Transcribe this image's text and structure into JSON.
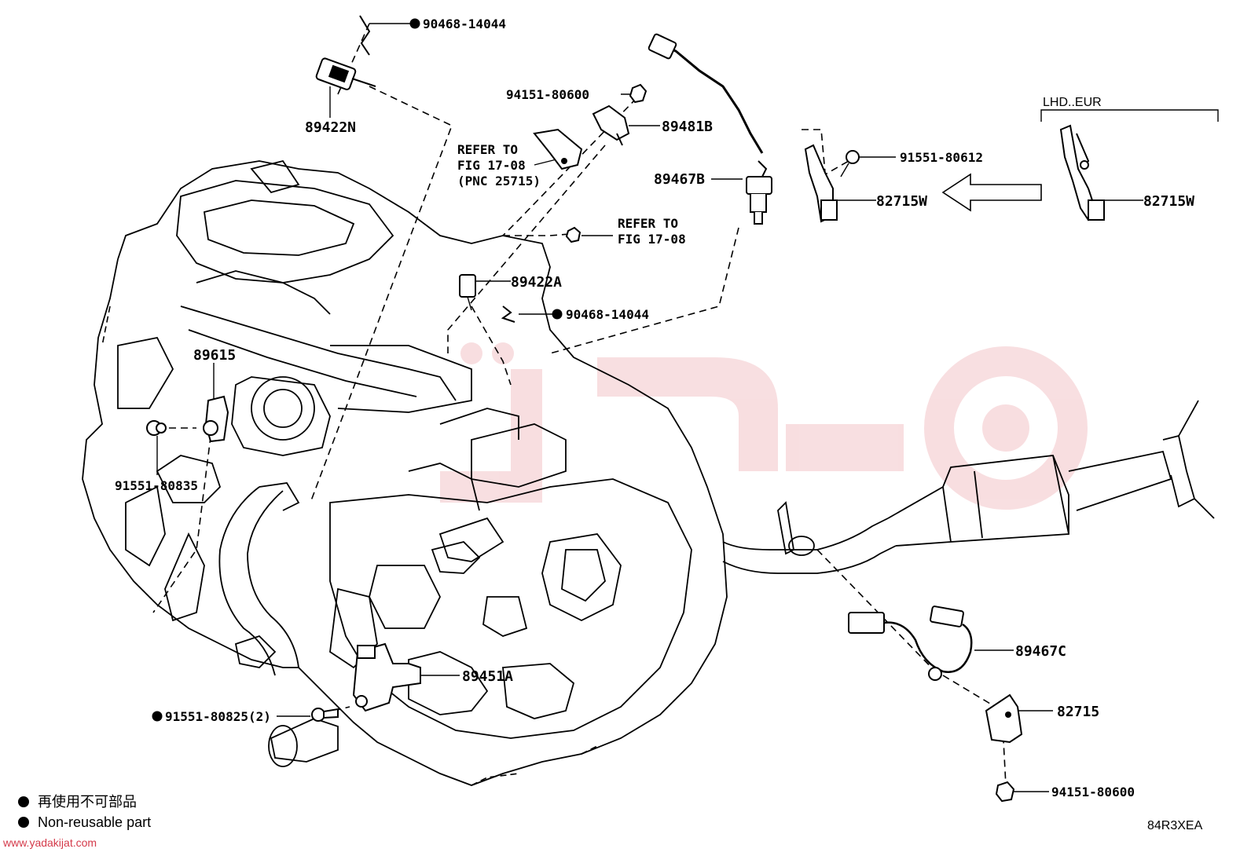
{
  "diagram": {
    "labels": {
      "clip_top": "90468-14044",
      "sensor_89422n": "89422N",
      "nut_94151_top": "94151-80600",
      "sensor_89481b": "89481B",
      "refer_1_line1": "REFER TO",
      "refer_1_line2": "FIG 17-08",
      "refer_1_pnc": "(PNC 25715)",
      "sensor_89467b": "89467B",
      "bolt_91551_80612": "91551-80612",
      "bracket_82715w_main": "82715W",
      "lhd_eur": "LHD..EUR",
      "bracket_82715w_lhd": "82715W",
      "refer_2_line1": "REFER TO",
      "refer_2_line2": "FIG 17-08",
      "sensor_89422a": "89422A",
      "clip_mid": "90468-14044",
      "sensor_89615": "89615",
      "bolt_91551_80835": "91551-80835",
      "sensor_89467c": "89467C",
      "bracket_82715": "82715",
      "sensor_89451a": "89451A",
      "bolt_91551_80825": "91551-80825(2)",
      "nut_94151_bottom": "94151-80600"
    },
    "legend": {
      "japanese": "再使用不可部品",
      "english": "Non-reusable part"
    },
    "figure_code": "84R3XEA",
    "watermark_url": "www.yadakijat.com",
    "colors": {
      "line": "#000000",
      "watermark": "#f3c4c8",
      "url": "#d43a4a"
    }
  }
}
